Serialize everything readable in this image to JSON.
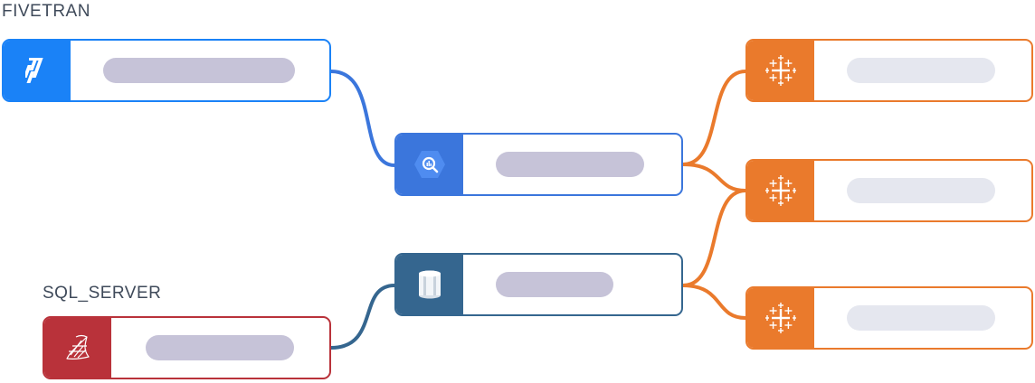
{
  "labels": {
    "fivetran": "FIVETRAN",
    "sql_server": "SQL_SERVER"
  },
  "nodes": [
    {
      "id": "fivetran",
      "icon": "fivetran-icon",
      "color": "#1a82f7"
    },
    {
      "id": "bigquery",
      "icon": "bigquery-icon",
      "color": "#3b76dc"
    },
    {
      "id": "sql-server",
      "icon": "sql-server-icon",
      "color": "#b9323a"
    },
    {
      "id": "data-warehouse",
      "icon": "database-cylinder-icon",
      "color": "#35668f"
    },
    {
      "id": "tableau-1",
      "icon": "tableau-icon",
      "color": "#ea7a2c"
    },
    {
      "id": "tableau-2",
      "icon": "tableau-icon",
      "color": "#ea7a2c"
    },
    {
      "id": "tableau-3",
      "icon": "tableau-icon",
      "color": "#ea7a2c"
    }
  ],
  "colors": {
    "fivetran": "#1a82f7",
    "bigquery": "#3b76dc",
    "sql_server": "#b9323a",
    "warehouse": "#35668f",
    "tableau": "#ea7a2c",
    "placeholder_dark": "#c6c3d8",
    "placeholder_light": "#e5e7ef"
  }
}
